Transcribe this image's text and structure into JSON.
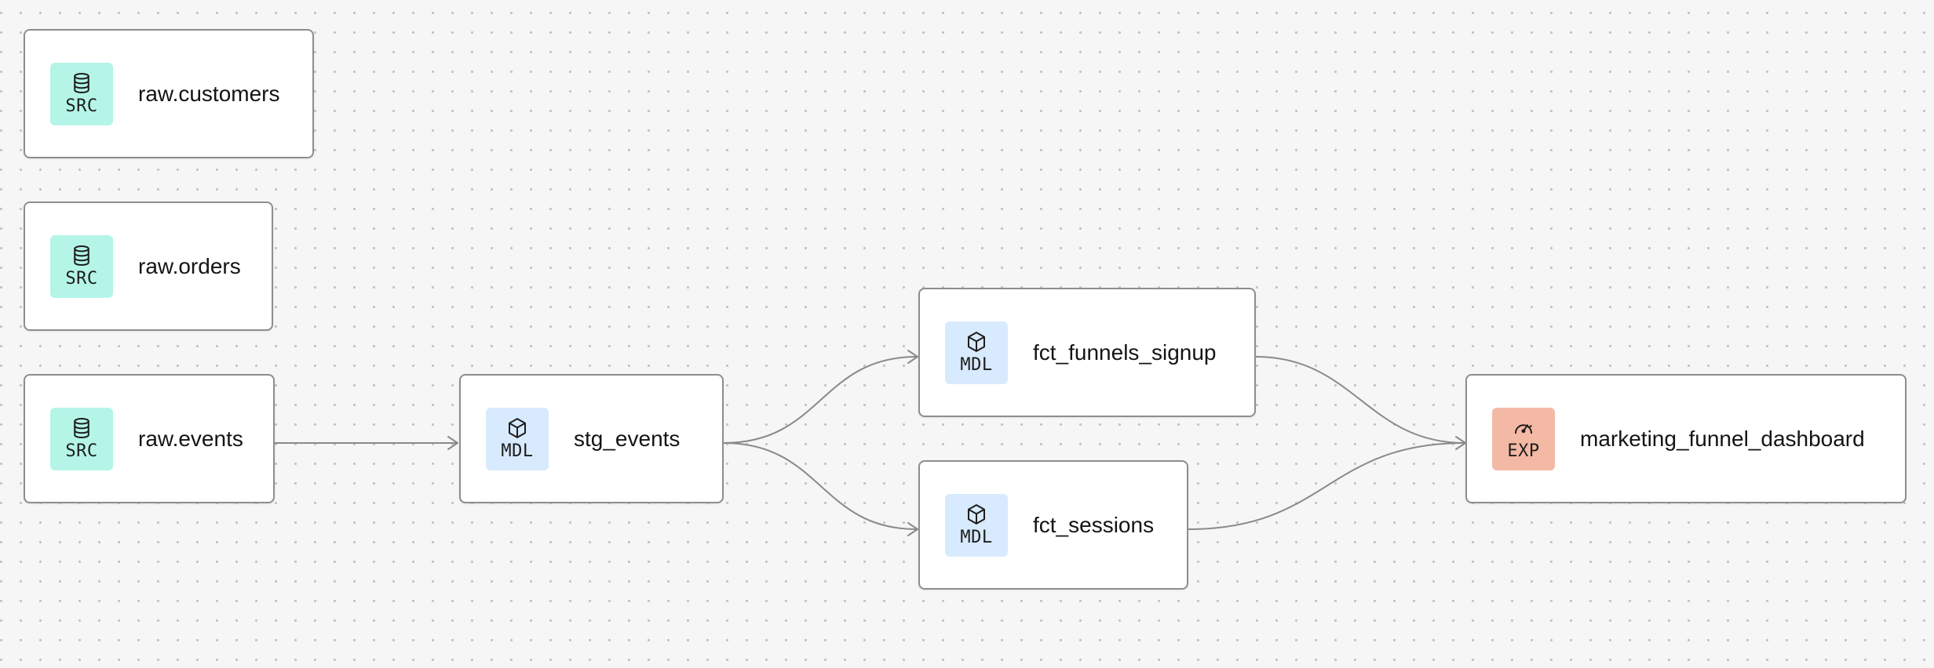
{
  "kinds": {
    "SRC": "SRC",
    "MDL": "MDL",
    "EXP": "EXP"
  },
  "colors": {
    "src_badge": "#b4f5e8",
    "mdl_badge": "#d8eafd",
    "exp_badge": "#f4b9a4",
    "edge": "#8a8a8a",
    "node_border": "#8e8e8e",
    "canvas": "#f6f6f6"
  },
  "nodes": [
    {
      "id": "raw_customers",
      "label": "raw.customers",
      "kind": "SRC",
      "icon": "database-icon"
    },
    {
      "id": "raw_orders",
      "label": "raw.orders",
      "kind": "SRC",
      "icon": "database-icon"
    },
    {
      "id": "raw_events",
      "label": "raw.events",
      "kind": "SRC",
      "icon": "database-icon"
    },
    {
      "id": "stg_events",
      "label": "stg_events",
      "kind": "MDL",
      "icon": "cube-icon"
    },
    {
      "id": "fct_funnels_signup",
      "label": "fct_funnels_signup",
      "kind": "MDL",
      "icon": "cube-icon"
    },
    {
      "id": "fct_sessions",
      "label": "fct_sessions",
      "kind": "MDL",
      "icon": "cube-icon"
    },
    {
      "id": "marketing_funnel_dashboard",
      "label": "marketing_funnel_dashboard",
      "kind": "EXP",
      "icon": "gauge-icon"
    }
  ],
  "edges": [
    {
      "from": "raw_events",
      "to": "stg_events"
    },
    {
      "from": "stg_events",
      "to": "fct_funnels_signup"
    },
    {
      "from": "stg_events",
      "to": "fct_sessions"
    },
    {
      "from": "fct_funnels_signup",
      "to": "marketing_funnel_dashboard"
    },
    {
      "from": "fct_sessions",
      "to": "marketing_funnel_dashboard"
    }
  ]
}
